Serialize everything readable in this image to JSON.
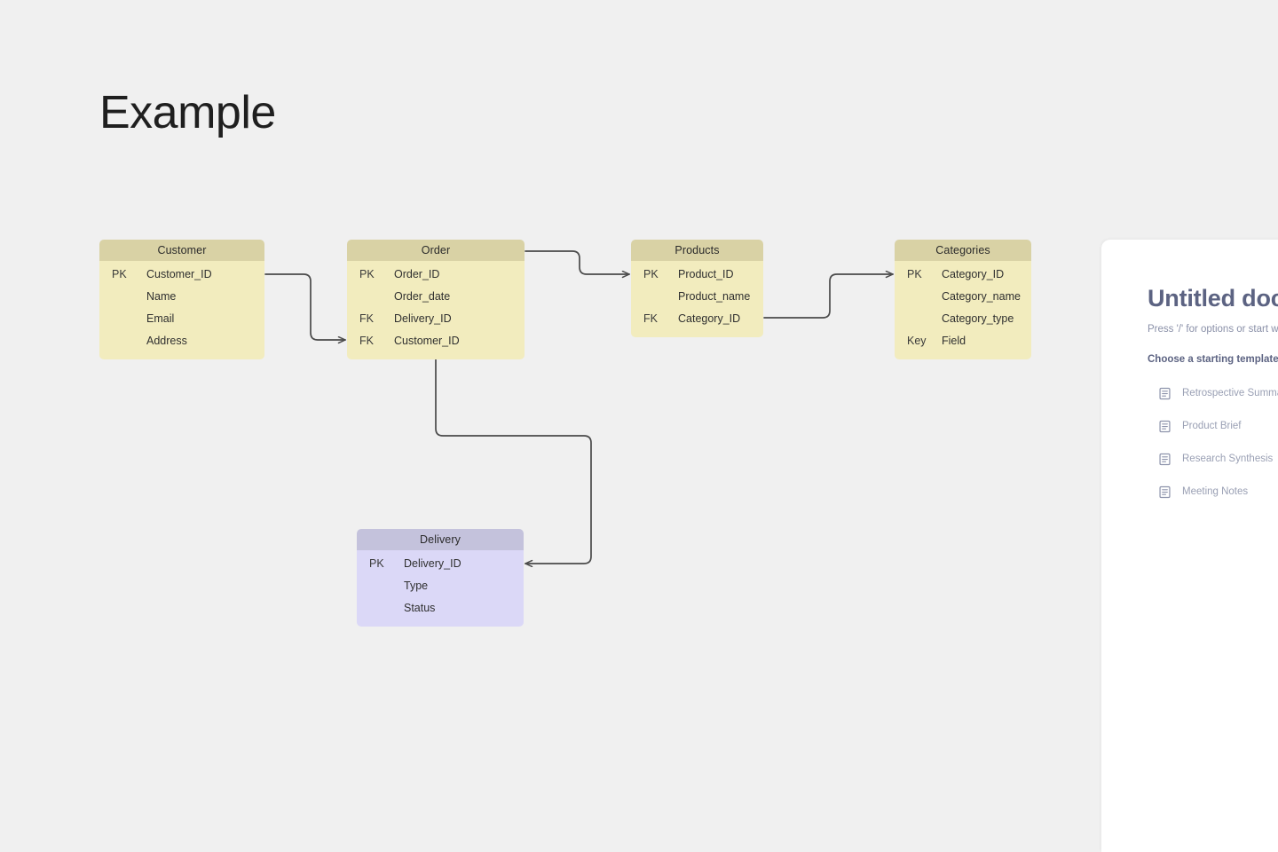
{
  "page": {
    "title": "Example",
    "background_color": "#f0f0f0"
  },
  "theme": {
    "entity_yellow_header": "#d9d2a5",
    "entity_yellow_body": "#f2ecbe",
    "entity_purple_header": "#c4c2dc",
    "entity_purple_body": "#dbd8f7",
    "connector_color": "#4a4a4a",
    "panel_heading_color": "#5c6382",
    "panel_muted_color": "#9aa0b4"
  },
  "diagram": {
    "type": "entity-relationship-diagram",
    "entities": [
      {
        "id": "customer",
        "name": "Customer",
        "color": "yellow",
        "rows": [
          {
            "key": "PK",
            "field": "Customer_ID"
          },
          {
            "key": "",
            "field": "Name"
          },
          {
            "key": "",
            "field": "Email"
          },
          {
            "key": "",
            "field": "Address"
          }
        ]
      },
      {
        "id": "order",
        "name": "Order",
        "color": "yellow",
        "rows": [
          {
            "key": "PK",
            "field": "Order_ID"
          },
          {
            "key": "",
            "field": "Order_date"
          },
          {
            "key": "FK",
            "field": "Delivery_ID"
          },
          {
            "key": "FK",
            "field": "Customer_ID"
          }
        ]
      },
      {
        "id": "products",
        "name": "Products",
        "color": "yellow",
        "rows": [
          {
            "key": "PK",
            "field": "Product_ID"
          },
          {
            "key": "",
            "field": "Product_name"
          },
          {
            "key": "FK",
            "field": "Category_ID"
          }
        ]
      },
      {
        "id": "categories",
        "name": "Categories",
        "color": "yellow",
        "rows": [
          {
            "key": "PK",
            "field": "Category_ID"
          },
          {
            "key": "",
            "field": "Category_name"
          },
          {
            "key": "",
            "field": "Category_type"
          },
          {
            "key": "Key",
            "field": "Field"
          }
        ]
      },
      {
        "id": "delivery",
        "name": "Delivery",
        "color": "purple",
        "rows": [
          {
            "key": "PK",
            "field": "Delivery_ID"
          },
          {
            "key": "",
            "field": "Type"
          },
          {
            "key": "",
            "field": "Status"
          }
        ]
      }
    ],
    "relationships": [
      {
        "from": "customer.Customer_ID",
        "to": "order.Customer_ID"
      },
      {
        "from": "order",
        "to": "products.Product_ID"
      },
      {
        "from": "products.Category_ID",
        "to": "categories.Category_ID"
      },
      {
        "from": "order",
        "to": "delivery.Delivery_ID"
      }
    ]
  },
  "doc_panel": {
    "title": "Untitled doc",
    "subtitle": "Press '/' for options or start writing",
    "templates_heading": "Choose a starting template",
    "templates": [
      {
        "icon": "document-icon",
        "label": "Retrospective Summary"
      },
      {
        "icon": "document-icon",
        "label": "Product Brief"
      },
      {
        "icon": "document-icon",
        "label": "Research Synthesis"
      },
      {
        "icon": "document-icon",
        "label": "Meeting Notes"
      }
    ]
  }
}
